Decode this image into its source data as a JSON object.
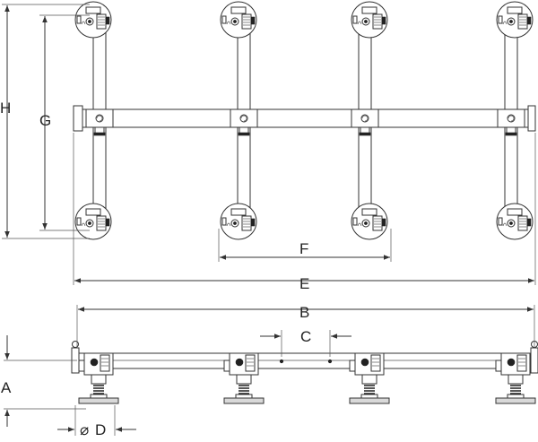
{
  "diagram": {
    "dimension_labels": {
      "H": "H",
      "G": "G",
      "F": "F",
      "E": "E",
      "B": "B",
      "C": "C",
      "A": "A",
      "D": "D"
    },
    "diameter_symbol": "⌀",
    "top_view": {
      "columns": 4,
      "rows": 2
    },
    "side_view": {
      "feet": 4
    }
  },
  "colors": {
    "line": "#333333",
    "fill": "#ffffff",
    "shade": "#d9d9d9"
  }
}
